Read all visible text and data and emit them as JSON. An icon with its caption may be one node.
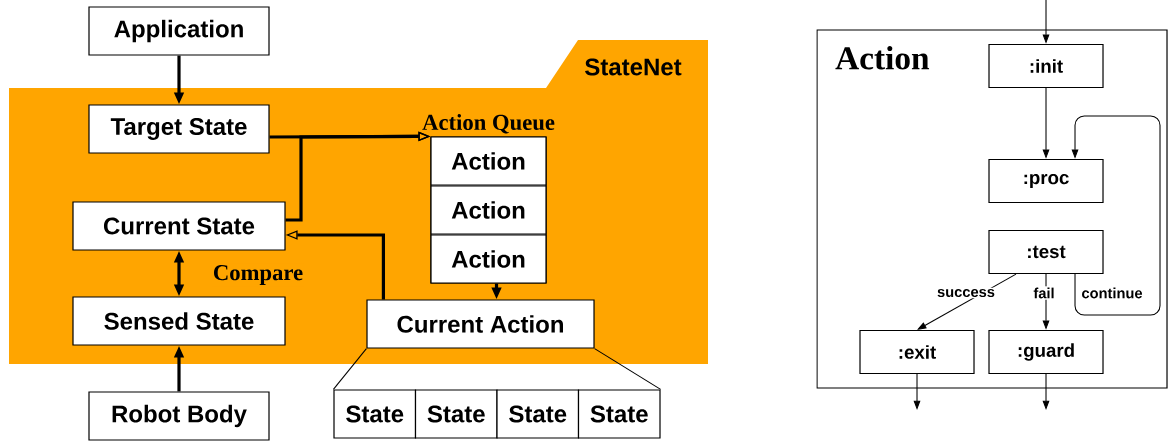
{
  "diagram": {
    "nodes": [
      {
        "text": [
          "StateNet"
        ]
      },
      {
        "text": [
          "Application"
        ]
      },
      {
        "text": [
          "Target State"
        ],
        "in": 0
      },
      {
        "text": [
          "Current State"
        ],
        "in": 0
      },
      {
        "text": [
          "Sensed State"
        ],
        "in": 0
      },
      {
        "text": [
          "Robot Body"
        ]
      },
      {
        "text": [
          "Action Queue"
        ],
        "in": 0
      },
      {
        "text": [
          "Action"
        ],
        "in": 6
      },
      {
        "text": [
          "Action"
        ],
        "in": 6
      },
      {
        "text": [
          "Action"
        ],
        "in": 6
      },
      {
        "text": [
          "Current Action"
        ],
        "in": 0
      },
      {
        "text": [
          "State"
        ]
      },
      {
        "text": [
          "State"
        ]
      },
      {
        "text": [
          "State"
        ]
      },
      {
        "text": [
          "State"
        ]
      },
      {
        "text": [
          "Action"
        ]
      },
      {
        "text": [
          ":init"
        ],
        "in": 15
      },
      {
        "text": [
          ":proc"
        ],
        "in": 15
      },
      {
        "text": [
          ":test"
        ],
        "in": 15
      },
      {
        "text": [
          ":exit"
        ],
        "in": 15
      },
      {
        "text": [
          ":guard"
        ],
        "in": 15
      }
    ],
    "edges": [
      {
        "from": 1,
        "to": 2,
        "arrow": "to",
        "style": "thick"
      },
      {
        "from": 2,
        "to": 6,
        "arrow": "to",
        "style": "thick"
      },
      {
        "from": 3,
        "to": 6,
        "arrow": "to",
        "style": "thick"
      },
      {
        "from": 10,
        "to": 3,
        "arrow": "to",
        "style": "thick"
      },
      {
        "from": 3,
        "to": 4,
        "arrow": "both",
        "style": "thick",
        "label": "Compare"
      },
      {
        "from": 5,
        "to": 4,
        "arrow": "to",
        "style": "thick"
      },
      {
        "from": 9,
        "to": 10,
        "arrow": "to",
        "style": "thick"
      },
      {
        "from": null,
        "to": 16,
        "arrow": "to"
      },
      {
        "from": 16,
        "to": 17,
        "arrow": "to"
      },
      {
        "from": 18,
        "to": 19,
        "arrow": "to",
        "label": "success"
      },
      {
        "from": 18,
        "to": 20,
        "arrow": "to",
        "label": "fail"
      },
      {
        "from": 18,
        "to": 17,
        "arrow": "to",
        "label": "continue"
      },
      {
        "from": 19,
        "to": null,
        "arrow": "to"
      },
      {
        "from": 20,
        "to": null,
        "arrow": "to"
      },
      {
        "from": 10,
        "to": 11,
        "arrow": "none"
      },
      {
        "from": 10,
        "to": 14,
        "arrow": "none"
      }
    ]
  }
}
